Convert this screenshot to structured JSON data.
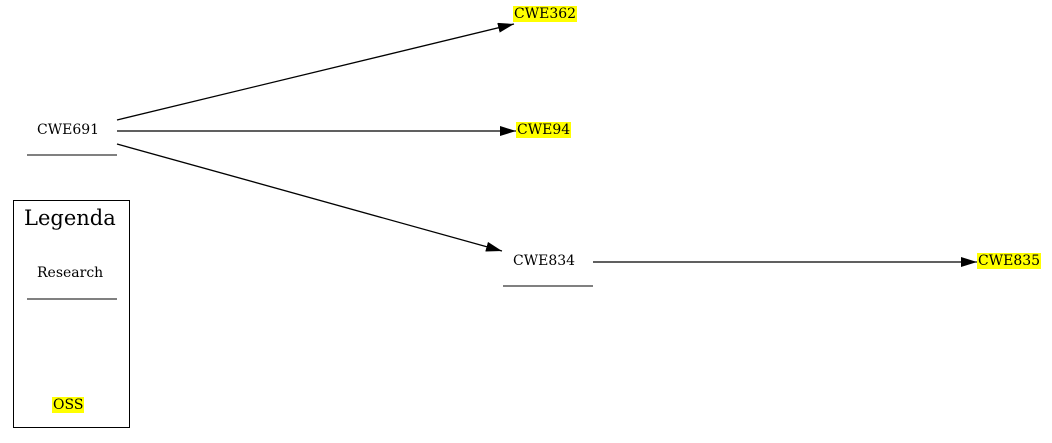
{
  "diagram": {
    "nodes": {
      "cwe691": {
        "label": "CWE691",
        "category": "Research"
      },
      "cwe362": {
        "label": "CWE362",
        "category": "OSS",
        "highlight": "#ffff00"
      },
      "cwe94": {
        "label": "CWE94",
        "category": "OSS",
        "highlight": "#ffff00"
      },
      "cwe834": {
        "label": "CWE834",
        "category": "Research"
      },
      "cwe835": {
        "label": "CWE835",
        "category": "OSS",
        "highlight": "#ffff00"
      }
    },
    "edges": [
      {
        "from": "CWE691",
        "to": "CWE362"
      },
      {
        "from": "CWE691",
        "to": "CWE94"
      },
      {
        "from": "CWE691",
        "to": "CWE834"
      },
      {
        "from": "CWE834",
        "to": "CWE835"
      }
    ]
  },
  "legend": {
    "title": "Legenda",
    "research_label": "Research",
    "oss_label": "OSS",
    "oss_color": "#ffff00"
  }
}
